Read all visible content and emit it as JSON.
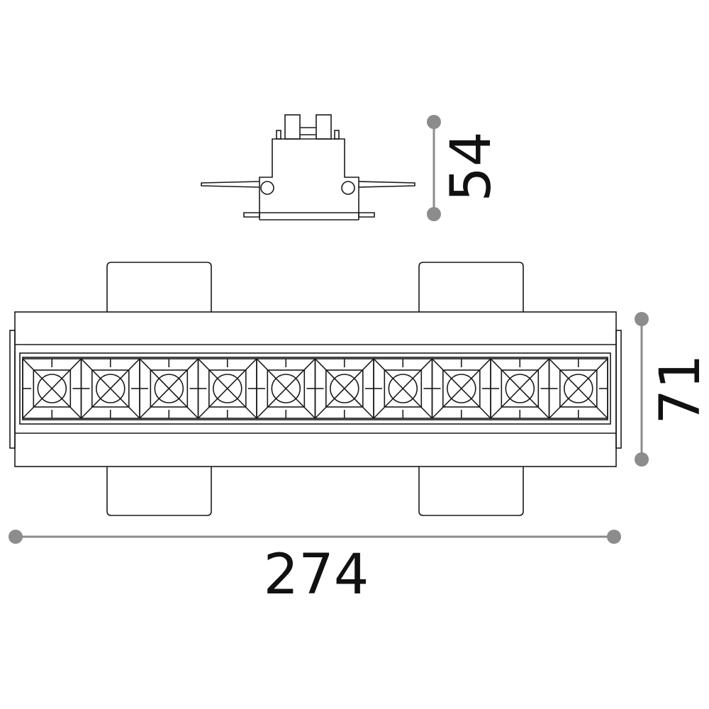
{
  "dimensions": {
    "height": "54",
    "depth": "71",
    "length": "274"
  },
  "led_count": 10,
  "colors": {
    "outline": "#1a1a1a",
    "dimension_line": "#8c8c8c",
    "text": "#111111"
  }
}
